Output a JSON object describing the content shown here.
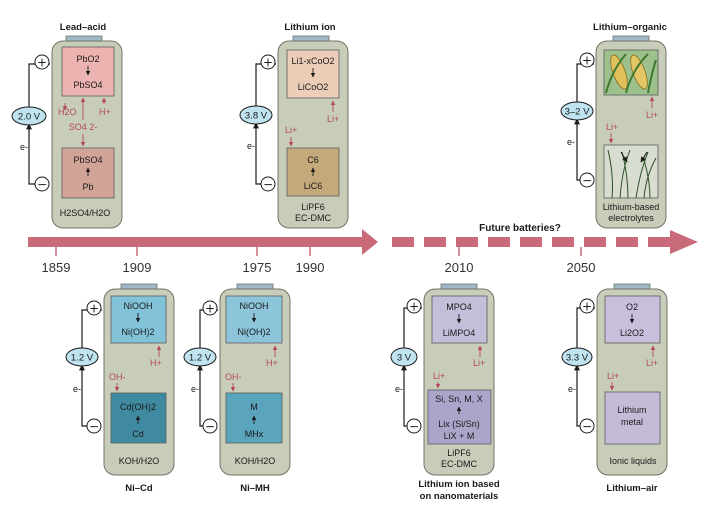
{
  "timeline": {
    "years": [
      "1859",
      "1909",
      "1975",
      "1990",
      "2010",
      "2050"
    ],
    "future_label": "Future batteries?"
  },
  "batteries": {
    "lead_acid": {
      "title": "Lead–acid",
      "voltage": "2.0 V",
      "top_line1": "PbO2",
      "top_line2": "PbSO4",
      "mid_left": "H2O",
      "mid_right": "H+",
      "mid_ion": "SO4 2-",
      "bottom_line1": "PbSO4",
      "bottom_line2": "Pb",
      "electrolyte": "H2SO4/H2O"
    },
    "lithium_ion": {
      "title": "Lithium ion",
      "voltage": "3.8 V",
      "top_line1": "Li1-xCoO2",
      "top_line2": "LiCoO2",
      "ion_top": "Li+",
      "ion_mid": "Li+",
      "bottom_line1": "C6",
      "bottom_line2": "LiC6",
      "electrolyte_line1": "LiPF6",
      "electrolyte_line2": "EC-DMC"
    },
    "lithium_organic": {
      "title": "Lithium–organic",
      "voltage": "3–2 V",
      "ion_top": "Li+",
      "ion_mid": "Li+",
      "electrolyte_line1": "Lithium-based",
      "electrolyte_line2": "electrolytes"
    },
    "ni_cd": {
      "title": "Ni–Cd",
      "voltage": "1.2 V",
      "top_line1": "NiOOH",
      "top_line2": "Ni(OH)2",
      "ion_right": "H+",
      "ion_left": "OH-",
      "bottom_line1": "Cd(OH)2",
      "bottom_line2": "Cd",
      "electrolyte": "KOH/H2O"
    },
    "ni_mh": {
      "title": "Ni–MH",
      "voltage": "1.2 V",
      "top_line1": "NiOOH",
      "top_line2": "Ni(OH)2",
      "ion_right": "H+",
      "ion_left": "OH-",
      "bottom_line1": "M",
      "bottom_line2": "MHx",
      "electrolyte": "KOH/H2O"
    },
    "li_nano": {
      "title_line1": "Lithium ion based",
      "title_line2": "on nanomaterials",
      "voltage": "3 V",
      "top_line1": "MPO4",
      "top_line2": "LiMPO4",
      "ion_top": "Li+",
      "ion_mid": "Li+",
      "bottom_line1": "Si, Sn, M, X",
      "bottom_line2": "Lix (Si/Sn)",
      "bottom_line3": "LiX + M",
      "electrolyte_line1": "LiPF6",
      "electrolyte_line2": "EC-DMC"
    },
    "li_air": {
      "title": "Lithium–air",
      "voltage": "3.3 V",
      "top_line1": "O2",
      "top_line2": "Li2O2",
      "ion_top": "Li+",
      "ion_mid": "Li+",
      "bottom_line1": "Lithium",
      "bottom_line2": "metal",
      "electrolyte": "Ionic liquids"
    }
  },
  "common": {
    "plus_sign": "+",
    "minus_sign": "−",
    "electron_label": "e-"
  },
  "colors": {
    "timeline": "#c96a78",
    "casing": "#c7cdb8",
    "casing_stroke": "#6f7466",
    "lead_top": "#ecb4b1",
    "lead_bottom": "#d2a497",
    "liion_top": "#eccdb8",
    "liion_bottom": "#c4a97b",
    "nicd_top": "#83c3da",
    "nicd_bottom": "#3f8aa0",
    "nimh_top": "#8cc5da",
    "nimh_bottom": "#5aa4bc",
    "nano": "#c1bfd9",
    "air_top": "#c9bedc",
    "air_bottom": "#c5bad7",
    "voltage_bubble": "#bfe4ef",
    "ion_red": "#b5485a"
  },
  "icons": [
    "plus-terminal-icon",
    "minus-terminal-icon",
    "corn-icon",
    "grass-icon"
  ]
}
